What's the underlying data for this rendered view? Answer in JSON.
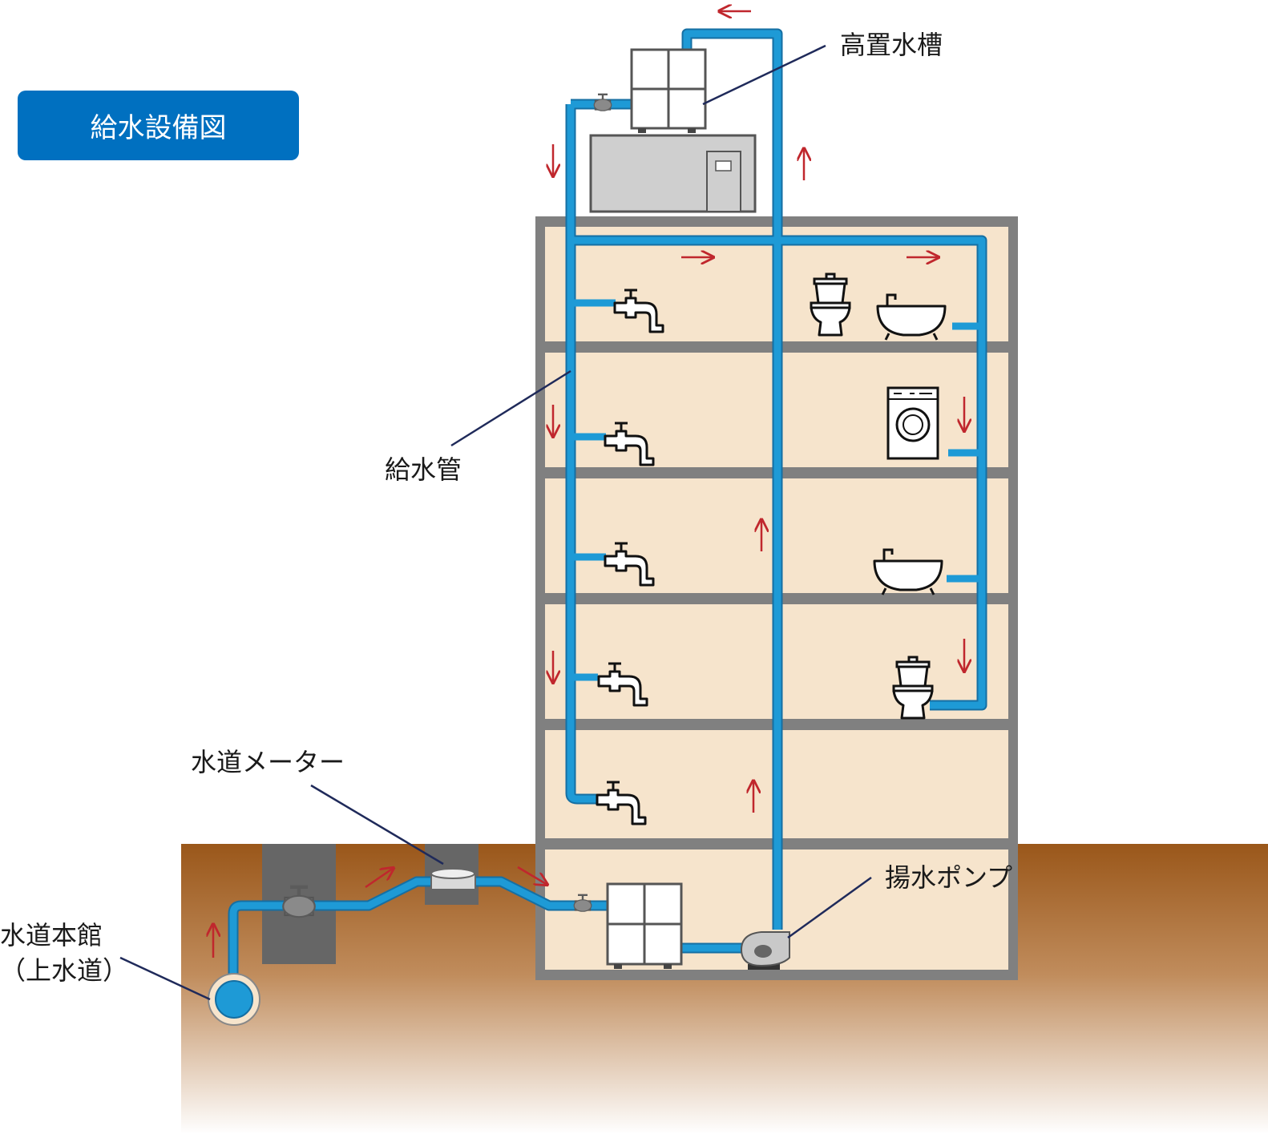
{
  "title": "給水設備図",
  "labels": {
    "elevated_tank": "高置水槽",
    "supply_pipe": "給水管",
    "water_meter": "水道メーター",
    "pump": "揚水ポンプ",
    "water_main_line1": "水道本館",
    "water_main_line2": "（上水道）"
  },
  "colors": {
    "pipe": "#1e9ad6",
    "pipe_outline": "#156fa3",
    "arrow": "#c0272d",
    "wall": "#808080",
    "room": "#f6e4cc",
    "soil_top": "#9a571a",
    "leader": "#1f2a5a",
    "badge": "#0070c0"
  }
}
